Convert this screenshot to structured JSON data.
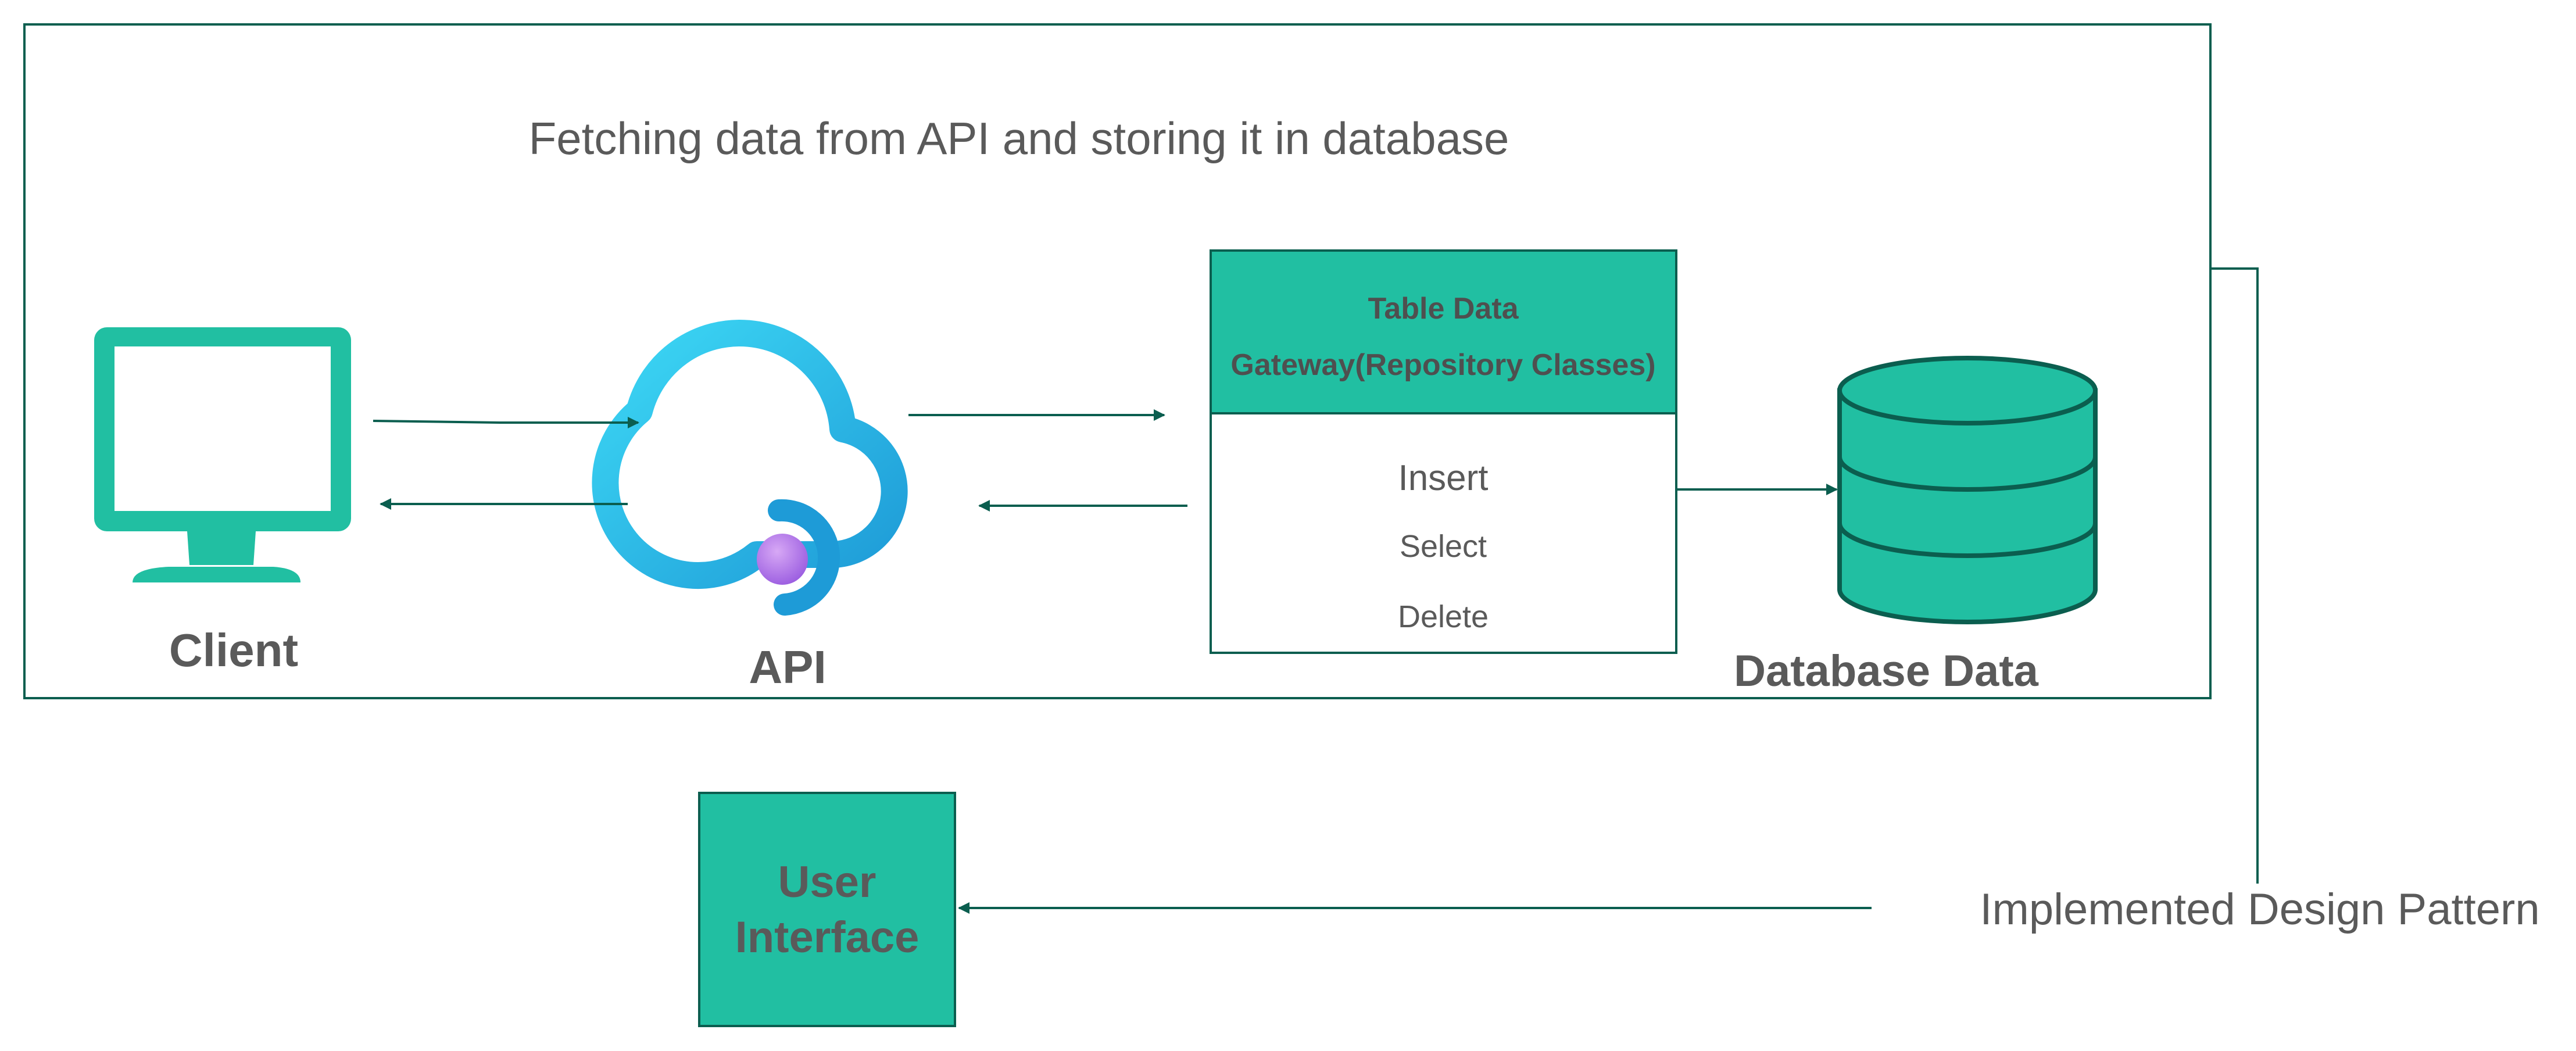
{
  "title": "Fetching data from API and storing it in database",
  "nodes": {
    "client": {
      "label": "Client",
      "icon": "monitor-icon"
    },
    "api": {
      "label": "API",
      "icon": "cloud-api-icon"
    },
    "gateway": {
      "header_line1": "Table Data",
      "header_line2": "Gateway(Repository Classes)",
      "operations": [
        "Insert",
        "Select",
        "Delete"
      ]
    },
    "database": {
      "label": "Database Data",
      "icon": "database-icon"
    },
    "user_interface": {
      "line1": "User",
      "line2": "Interface"
    }
  },
  "annotation": "Implemented Design Pattern",
  "colors": {
    "teal": "#21BFA2",
    "dark_teal": "#0B5E4F",
    "text_gray": "#5A5A5A",
    "cloud_light": "#3DD8F5",
    "cloud_dark": "#1E9BD7",
    "orb_purple": "#B57BE8"
  }
}
